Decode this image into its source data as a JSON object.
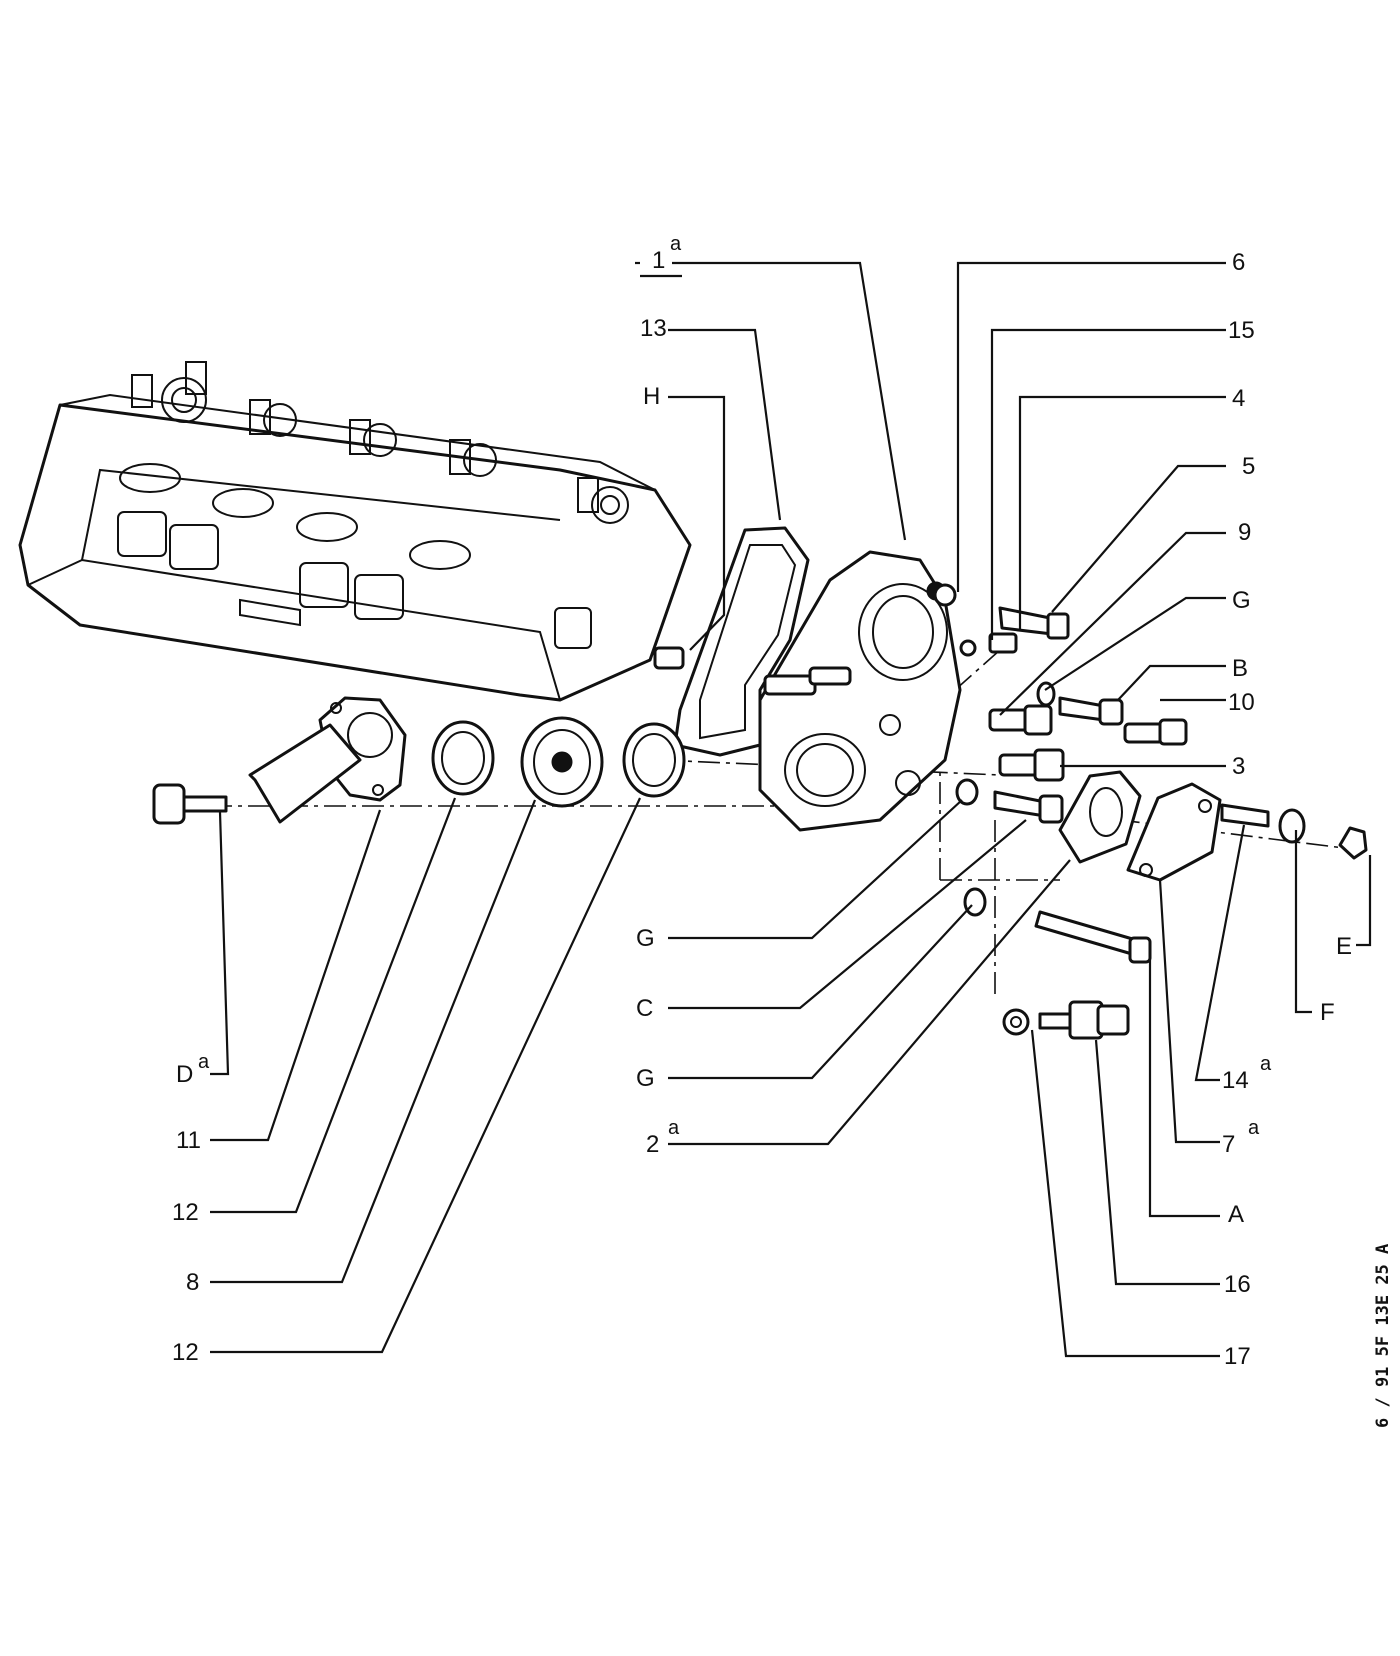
{
  "labels": {
    "p1": "1",
    "p1_sup": "a",
    "p6": "6",
    "p15": "15",
    "p13": "13",
    "pH": "H",
    "p4": "4",
    "p5": "5",
    "p9": "9",
    "pG1": "G",
    "pB": "B",
    "p10": "10",
    "p3": "3",
    "pG2": "G",
    "pC": "C",
    "pG3": "G",
    "p2": "2",
    "p2_sup": "a",
    "pD": "D",
    "pD_sup": "a",
    "p11": "11",
    "p12a": "12",
    "p8": "8",
    "p12b": "12",
    "pE": "E",
    "pF": "F",
    "p14": "14",
    "p14_sup": "a",
    "p7": "7",
    "p7_sup": "a",
    "pA": "A",
    "p16": "16",
    "p17": "17"
  },
  "drawing_code": "6 / 91   5F  13E 25 A"
}
